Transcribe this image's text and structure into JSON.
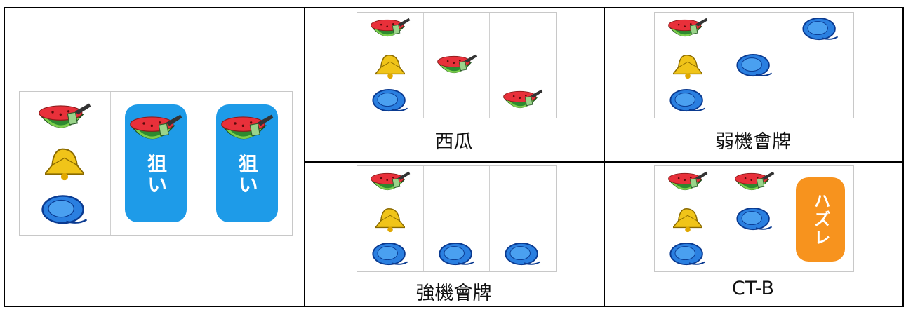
{
  "main_reel": {
    "badge1": "狙い",
    "badge2": "狙い"
  },
  "cells": [
    {
      "label": "西瓜"
    },
    {
      "label": "弱機會牌"
    },
    {
      "label": "強機會牌"
    },
    {
      "label": "CT-B"
    }
  ],
  "hazure_badge": "ハズレ",
  "colors": {
    "badge_blue": "#1e9be8",
    "badge_orange": "#f7931e",
    "border": "#000000"
  }
}
